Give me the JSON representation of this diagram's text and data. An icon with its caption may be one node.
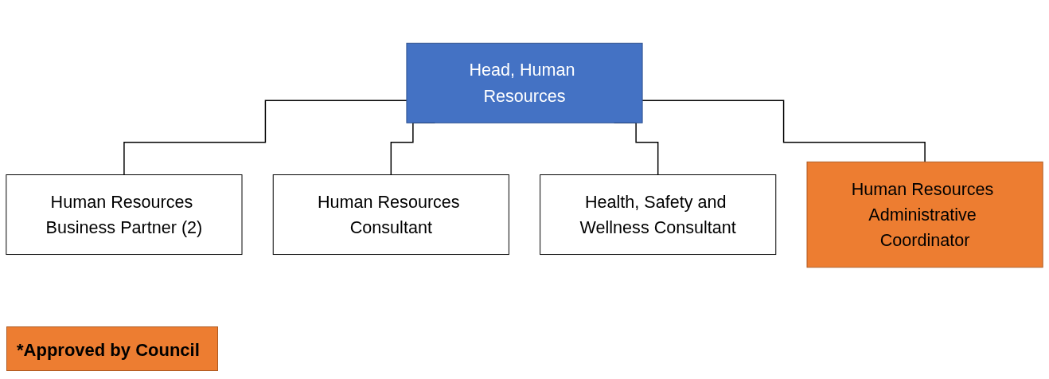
{
  "diagram": {
    "nodes": [
      {
        "text": [
          "Head, Human Resources"
        ]
      },
      {
        "text": [
          "Human Resources Business Partner (2)"
        ]
      },
      {
        "text": [
          "Human Resources Consultant"
        ]
      },
      {
        "text": [
          "Health, Safety and Wellness Consultant"
        ]
      },
      {
        "text": [
          "Human Resources Administrative Coordinator"
        ]
      }
    ],
    "edges": [
      {
        "from": 0,
        "to": 1,
        "arrow": "none"
      },
      {
        "from": 0,
        "to": 2,
        "arrow": "none"
      },
      {
        "from": 0,
        "to": 3,
        "arrow": "none"
      },
      {
        "from": 0,
        "to": 4,
        "arrow": "none"
      }
    ],
    "legend": [
      {
        "text": "*Approved by Council",
        "color": "#ed7d31"
      }
    ]
  }
}
